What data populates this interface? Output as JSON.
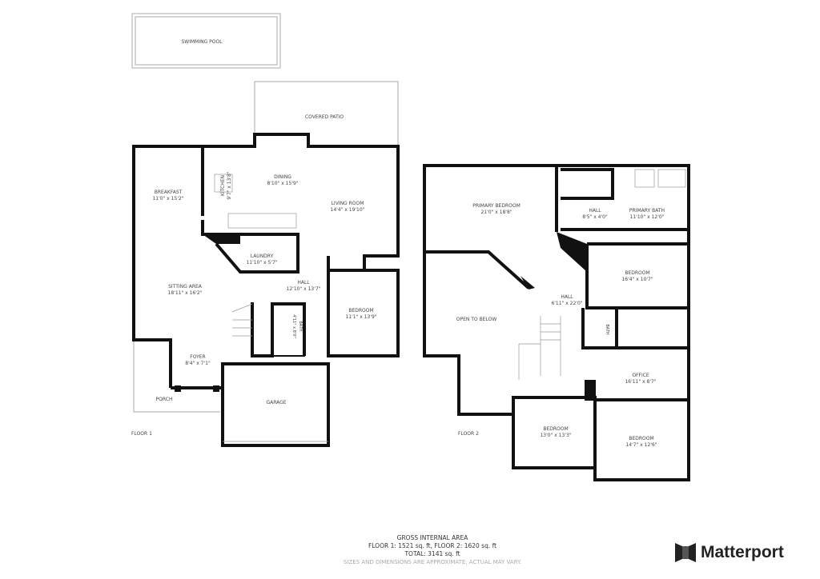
{
  "floor1": {
    "label": "FLOOR 1",
    "rooms": {
      "pool": {
        "name": "SWIMMING POOL"
      },
      "patio": {
        "name": "COVERED PATIO"
      },
      "breakfast": {
        "name": "BREAKFAST",
        "dims": "11'0\" x 15'2\""
      },
      "kitchen": {
        "name": "KITCHEN",
        "dims": "9'7\" x 13'8\""
      },
      "dining": {
        "name": "DINING",
        "dims": "8'10\" x 15'9\""
      },
      "living": {
        "name": "LIVING ROOM",
        "dims": "14'4\" x 19'10\""
      },
      "laundry": {
        "name": "LAUNDRY",
        "dims": "11'10\" x 5'7\""
      },
      "sitting": {
        "name": "SITTING AREA",
        "dims": "18'11\" x 16'2\""
      },
      "hall": {
        "name": "HALL",
        "dims": "12'10\" x 13'7\""
      },
      "bath": {
        "name": "BATH",
        "dims": "4'11\" x 8'0\""
      },
      "bedroom": {
        "name": "BEDROOM",
        "dims": "11'1\" x 13'9\""
      },
      "foyer": {
        "name": "FOYER",
        "dims": "8'4\" x 7'1\""
      },
      "porch": {
        "name": "PORCH"
      },
      "garage": {
        "name": "GARAGE"
      }
    }
  },
  "floor2": {
    "label": "FLOOR 2",
    "rooms": {
      "primary_bedroom": {
        "name": "PRIMARY BEDROOM",
        "dims": "21'0\" x 18'8\""
      },
      "hall_small": {
        "name": "HALL",
        "dims": "8'5\" x 4'0\""
      },
      "primary_bath": {
        "name": "PRIMARY BATH",
        "dims": "11'10\" x 12'0\""
      },
      "bedroom_a": {
        "name": "BEDROOM",
        "dims": "16'4\" x 10'7\""
      },
      "hall": {
        "name": "HALL",
        "dims": "6'11\" x 22'0\""
      },
      "open": {
        "name": "OPEN TO BELOW"
      },
      "bath": {
        "name": "BATH"
      },
      "office": {
        "name": "OFFICE",
        "dims": "16'11\" x 8'7\""
      },
      "bedroom_b": {
        "name": "BEDROOM",
        "dims": "13'0\" x 13'3\""
      },
      "bedroom_c": {
        "name": "BEDROOM",
        "dims": "14'7\" x 12'6\""
      }
    }
  },
  "footer": {
    "title": "GROSS INTERNAL AREA",
    "floors": "FLOOR 1: 1521 sq. ft, FLOOR 2: 1620 sq. ft",
    "total": "TOTAL: 3141 sq. ft",
    "note": "SIZES AND DIMENSIONS ARE APPROXIMATE, ACTUAL MAY VARY."
  },
  "brand": {
    "name": "Matterport"
  }
}
